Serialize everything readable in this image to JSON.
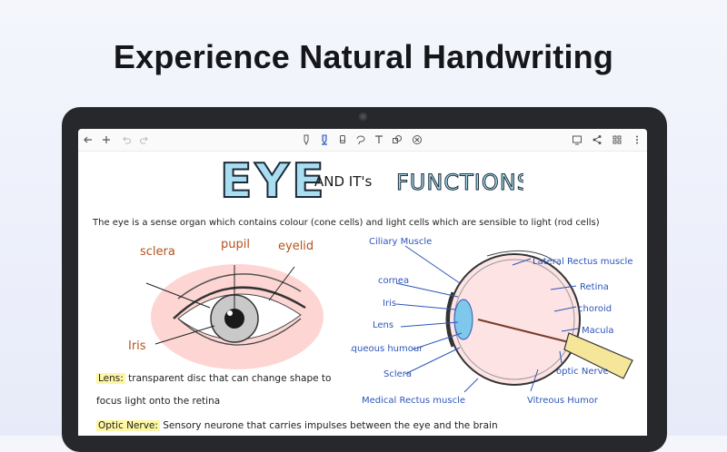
{
  "headline": "Experience Natural Handwriting",
  "toolbar": {
    "left_icons": [
      "back-arrow-icon",
      "plus-icon",
      "undo-icon",
      "redo-icon"
    ],
    "center_icons": [
      "pen-icon",
      "highlighter-icon",
      "eraser-icon",
      "lasso-icon",
      "text-icon",
      "shapes-icon",
      "more-tools-icon"
    ],
    "right_icons": [
      "page-view-icon",
      "share-icon",
      "grid-icon",
      "more-vert-icon"
    ]
  },
  "note": {
    "title_part1": "EYE",
    "title_part2": "AND IT's",
    "title_part3": "FUNCTIONS",
    "intro": "The eye is a sense organ which contains colour (cone cells) and light cells which are sensible to light (rod cells)",
    "left_labels": {
      "sclera": "sclera",
      "pupil": "pupil",
      "eyelid": "eyelid",
      "iris": "Iris"
    },
    "right_labels": {
      "ciliary": "Ciliary Muscle",
      "cornea": "cornea",
      "iris": "Iris",
      "lens": "Lens",
      "aqueous": "Aqueous humour",
      "sclera": "Sclera",
      "medical_rectus": "Medical Rectus muscle",
      "lateral_rectus": "Lateral Rectus muscle",
      "retina": "Retina",
      "choroid": "choroid",
      "macula": "Macula",
      "optic_nerve": "optic Nerve",
      "vitreous": "Vitreous Humor"
    },
    "lens_term": "Lens:",
    "lens_def_1": "transparent disc that can change shape to",
    "lens_def_2": "focus light onto the retina",
    "optic_term": "Optic Nerve:",
    "optic_def": "Sensory neurone that carries impulses between the eye and the brain"
  },
  "colors": {
    "accent_blue": "#2d55b8",
    "label_orange": "#b5531e",
    "highlight": "#fdf6a3",
    "title_cyan": "#8fd3e8"
  }
}
